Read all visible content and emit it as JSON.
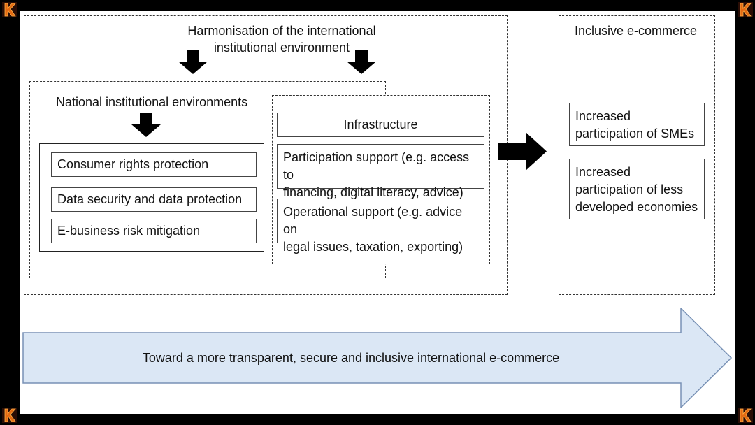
{
  "corner_icons": [
    "k-logo-icon",
    "k-logo-icon",
    "k-logo-icon",
    "k-logo-icon"
  ],
  "colors": {
    "frame": "#000000",
    "canvas": "#ffffff",
    "arrow_fill": "#dbe7f5",
    "arrow_stroke": "#7891b5",
    "logo_orange": "#e36a12"
  },
  "diagram": {
    "harmonisation": {
      "line1": "Harmonisation of the international",
      "line2": "institutional environment"
    },
    "national": {
      "title": "National institutional environments",
      "items": [
        "Consumer rights protection",
        "Data security and data protection",
        "E-business risk mitigation"
      ]
    },
    "infrastructure": {
      "title": "Infrastructure",
      "participation": {
        "line1": "Participation support (e.g. access to",
        "line2": "financing, digital literacy, advice)"
      },
      "operational": {
        "line1": "Operational support (e.g. advice on",
        "line2": "legal issues, taxation, exporting)"
      }
    },
    "inclusive": {
      "title": "Inclusive e-commerce",
      "smes": {
        "line1": "Increased",
        "line2": "participation of SMEs"
      },
      "less_developed": {
        "line1": "Increased",
        "line2": "participation of less",
        "line3": "developed economies"
      }
    },
    "banner": "Toward a more transparent, secure and inclusive international e-commerce"
  }
}
